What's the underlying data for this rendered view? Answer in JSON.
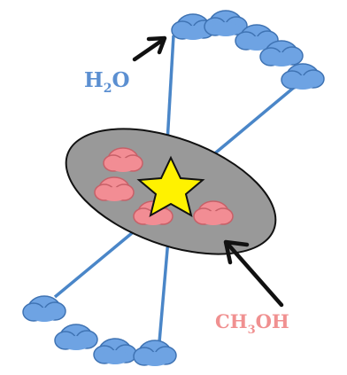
{
  "labels": {
    "water": {
      "main": "H",
      "sub": "2",
      "tail": "O"
    },
    "methanol": {
      "head": "CH",
      "sub": "3",
      "tail": "OH"
    }
  },
  "colors": {
    "water": "#5b8fd1",
    "methanol": "#f09090",
    "disk_fill": "#999999",
    "star": "#fff200",
    "cloud_blue": "#6ea3e3",
    "cloud_pink": "#f28d94",
    "lines": "#4a86c8"
  },
  "icons": {
    "center": "star-icon",
    "arrows": "arrow-icon"
  }
}
